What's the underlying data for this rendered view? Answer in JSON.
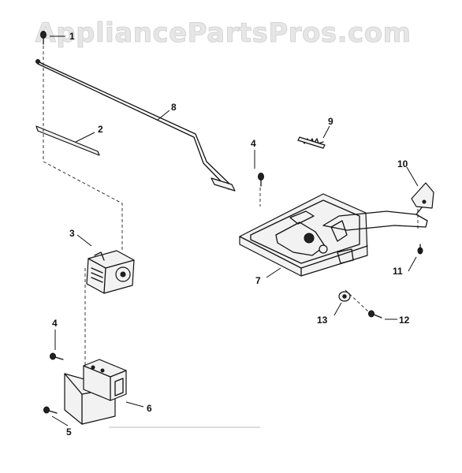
{
  "watermark": "AppliancePartsPros.com",
  "callouts": {
    "c1": "1",
    "c2": "2",
    "c3": "3",
    "c4a": "4",
    "c4b": "4",
    "c5": "5",
    "c6": "6",
    "c7": "7",
    "c8": "8",
    "c9": "9",
    "c10": "10",
    "c11": "11",
    "c12": "12",
    "c13": "13"
  }
}
